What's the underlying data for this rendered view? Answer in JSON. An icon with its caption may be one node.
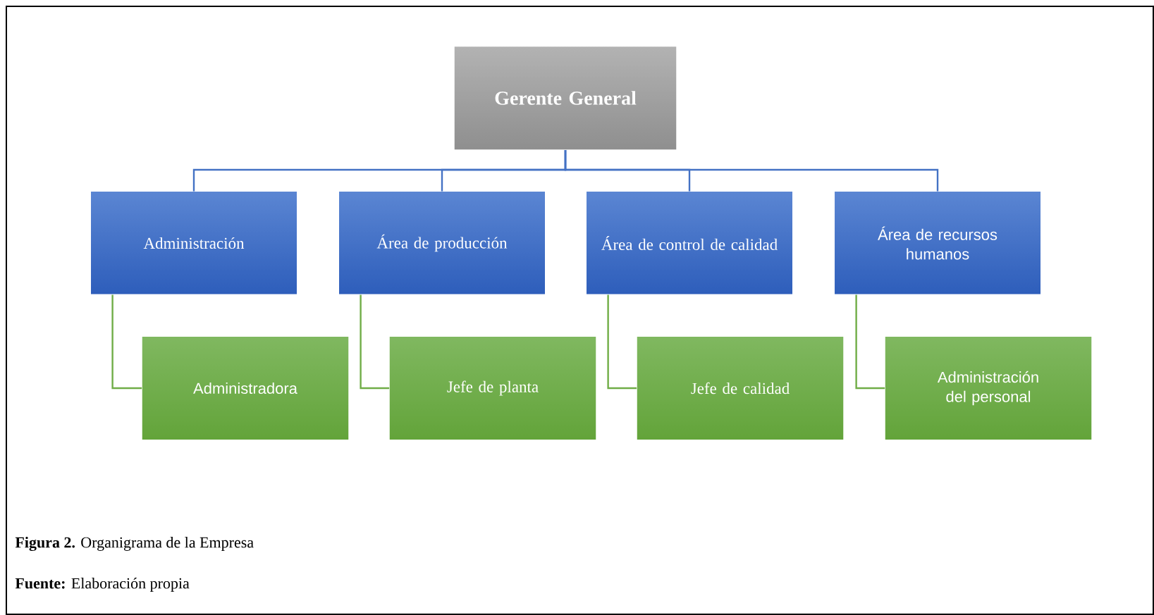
{
  "diagram": {
    "caption": "**Figura 2.** Organigrama de la Empresa",
    "nodes": [
      {
        "text": [
          "Gerente General"
        ]
      },
      {
        "text": [
          "Administración"
        ]
      },
      {
        "text": [
          "Área de producción"
        ]
      },
      {
        "text": [
          "Área de control de calidad"
        ]
      },
      {
        "text": [
          "Área de recursos humanos"
        ]
      },
      {
        "text": [
          "Administradora"
        ]
      },
      {
        "text": [
          "Jefe de planta"
        ]
      },
      {
        "text": [
          "Jefe de calidad"
        ]
      },
      {
        "text": [
          "Administración del personal"
        ]
      }
    ],
    "edges": [
      {
        "from": 0,
        "to": 1,
        "arrow": "none"
      },
      {
        "from": 0,
        "to": 2,
        "arrow": "none"
      },
      {
        "from": 0,
        "to": 3,
        "arrow": "none"
      },
      {
        "from": 0,
        "to": 4,
        "arrow": "none"
      },
      {
        "from": 1,
        "to": 5,
        "arrow": "none",
        "color": "#70ad47"
      },
      {
        "from": 2,
        "to": 6,
        "arrow": "none",
        "color": "#70ad47"
      },
      {
        "from": 3,
        "to": 7,
        "arrow": "none",
        "color": "#70ad47"
      },
      {
        "from": 4,
        "to": 8,
        "arrow": "none",
        "color": "#70ad47"
      }
    ],
    "labels": [
      "**Fuente:** Elaboración propia"
    ]
  }
}
